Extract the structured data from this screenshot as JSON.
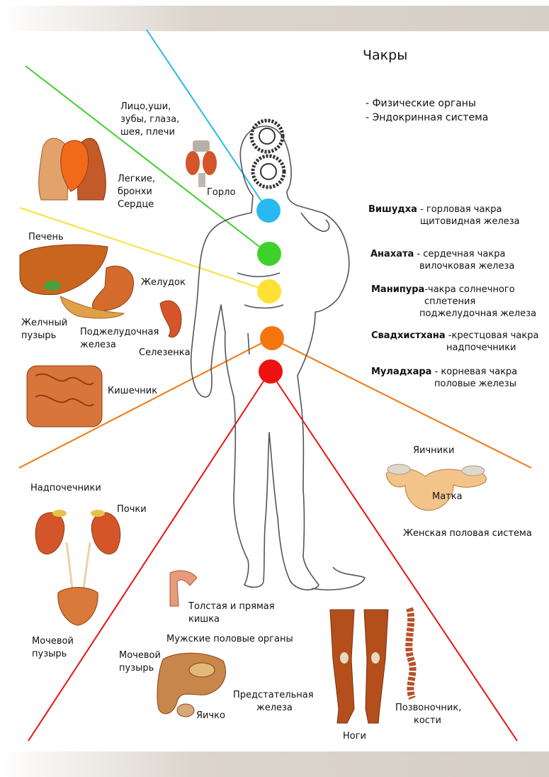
{
  "title": "Чакры",
  "legend": [
    "- Физические органы",
    "- Эндокринная система"
  ],
  "chakras": [
    {
      "name": "Вишудха",
      "desc": " - горловая чакра",
      "gland": "щитовидная железа",
      "color": "#29b8ef"
    },
    {
      "name": "Анахата",
      "desc": " - сердечная чакра",
      "gland": "вилочковая железа",
      "color": "#3fd12b"
    },
    {
      "name": "Манипура",
      "desc": "-чакра солнечного",
      "desc2": "сплетения",
      "gland": "поджелудочная железа",
      "color": "#ffe034"
    },
    {
      "name": "Свадхистхана",
      "desc": " -крестцовая чакра",
      "gland": "надпочечники",
      "color": "#f5760f"
    },
    {
      "name": "Муладхара",
      "desc": " - корневая чакра",
      "gland": "половые железы",
      "color": "#ee1111"
    }
  ],
  "labels": {
    "face": [
      "Лицо,уши,",
      "зубы, глаза,",
      "шея, плечи"
    ],
    "throat": "Горло",
    "lungs": [
      "Легкие,",
      "бронхи",
      "Сердце"
    ],
    "liver": "Печень",
    "stomach": "Желудок",
    "gallbladder": [
      "Желчный",
      "пузырь"
    ],
    "pancreas": [
      "Поджелудочная",
      "железа"
    ],
    "spleen": "Селезенка",
    "intestine": "Кишечник",
    "ovaries": "Яичники",
    "uterus": "Матка",
    "female_system": "Женская половая система",
    "adrenals": "Надпочечники",
    "kidneys": "Почки",
    "bladder": [
      "Мочевой",
      "пузырь"
    ],
    "colon": [
      "Толстая и прямая",
      "кишка"
    ],
    "male_organs": "Мужские половые органы",
    "bladder_m": [
      "Мочевой",
      "пузырь"
    ],
    "prostate": [
      "Предстательная",
      "железа"
    ],
    "testicle": "Яичко",
    "legs": "Ноги",
    "spine": [
      "Позвоночник,",
      "кости"
    ]
  },
  "colors": {
    "skin": "#d98a3a",
    "organ": "#c85a1e",
    "band": "#d6cfc6"
  }
}
